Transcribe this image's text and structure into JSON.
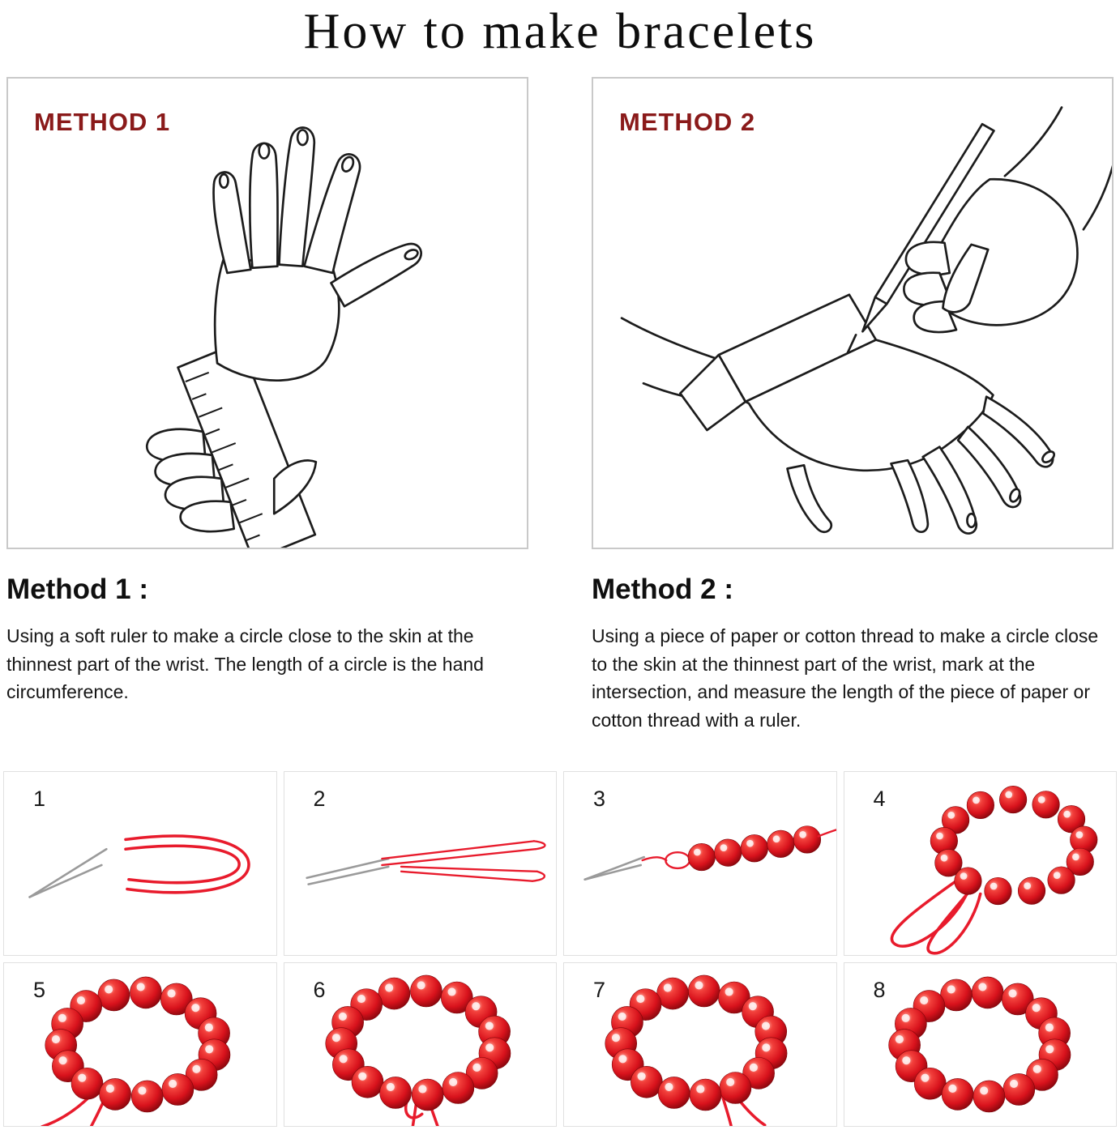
{
  "page": {
    "title": "How to make bracelets"
  },
  "methods": [
    {
      "panel_label": "METHOD 1",
      "heading": "Method 1 :",
      "description": "Using a soft ruler to make a circle close to the skin at the thinnest part of the wrist. The length of a circle is the hand circumference.",
      "illustration": "hand-measured-with-soft-ruler"
    },
    {
      "panel_label": "METHOD 2",
      "heading": "Method 2 :",
      "description": "Using a piece of paper or cotton thread to make a circle close to the skin at the thinnest part of the wrist, mark at the intersection, and measure the length of the piece of paper or cotton thread with a ruler.",
      "illustration": "hand-marking-paper-strip-with-pen"
    }
  ],
  "steps": [
    {
      "number": "1",
      "image": "needle-and-folded-red-cord"
    },
    {
      "number": "2",
      "image": "cord-threaded-through-needle"
    },
    {
      "number": "3",
      "image": "red-beads-strung-on-cord"
    },
    {
      "number": "4",
      "image": "bead-ring-with-cord-loop"
    },
    {
      "number": "5",
      "image": "bracelet-with-cord-tails-left"
    },
    {
      "number": "6",
      "image": "bracelet-with-cord-tails-center"
    },
    {
      "number": "7",
      "image": "bracelet-with-cord-tails-right"
    },
    {
      "number": "8",
      "image": "finished-bracelet"
    }
  ],
  "colors": {
    "accent_red": "#8A1A1A",
    "bead_red": "#D8121C",
    "cord_red": "#E81B2C",
    "needle_gray": "#9A9A9A",
    "panel_border": "#C9C9C9"
  }
}
